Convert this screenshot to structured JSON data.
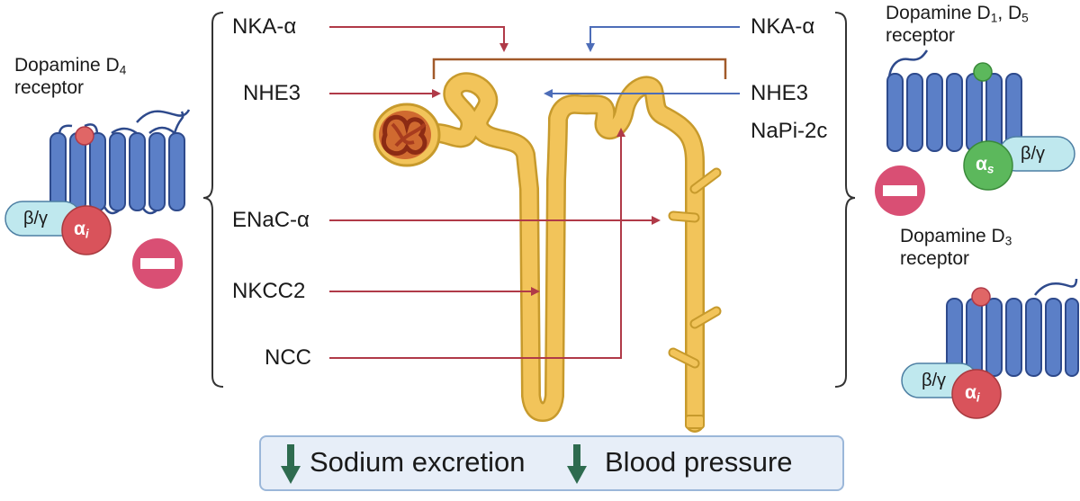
{
  "left_receptor": {
    "title": "Dopamine D",
    "sub": "4",
    "line2": "receptor",
    "beta_gamma": "β/γ",
    "alpha": "α",
    "alpha_sub": "i"
  },
  "right_top_receptor": {
    "title": "Dopamine D",
    "sub1": "1",
    "mid": ", D",
    "sub2": "5",
    "line2": "receptor",
    "beta_gamma": "β/γ",
    "alpha": "α",
    "alpha_sub": "s"
  },
  "right_bottom_receptor": {
    "title": "Dopamine D",
    "sub": "3",
    "line2": "receptor",
    "beta_gamma": "β/γ",
    "alpha": "α",
    "alpha_sub": "i"
  },
  "left_labels": [
    "NKA-α",
    "NHE3",
    "ENaC-α",
    "NKCC2",
    "NCC"
  ],
  "right_labels": [
    "NKA-α",
    "NHE3",
    "NaPi-2c"
  ],
  "outcome": {
    "sodium": "Sodium excretion",
    "pressure": "Blood pressure"
  },
  "colors": {
    "membrane_blue": "#5b7fc7",
    "helix_outline": "#2e4a8c",
    "gi_red": "#d9535b",
    "gs_green": "#5cb85c",
    "beta_gamma": "#bfe8ee",
    "inhibit_pink": "#d94f74",
    "tubule_yellow": "#f2c45a",
    "glomerulus": "#b5451e",
    "arrow_red": "#b03a48",
    "arrow_blue": "#4d6db8",
    "bracket_brown": "#a15a2a",
    "outcome_bg": "#e7eef8",
    "outcome_border": "#9bb7d9",
    "down_arrow_green": "#2e6b4f"
  },
  "icons": [
    "inhibition-icon",
    "down-arrow-icon"
  ]
}
